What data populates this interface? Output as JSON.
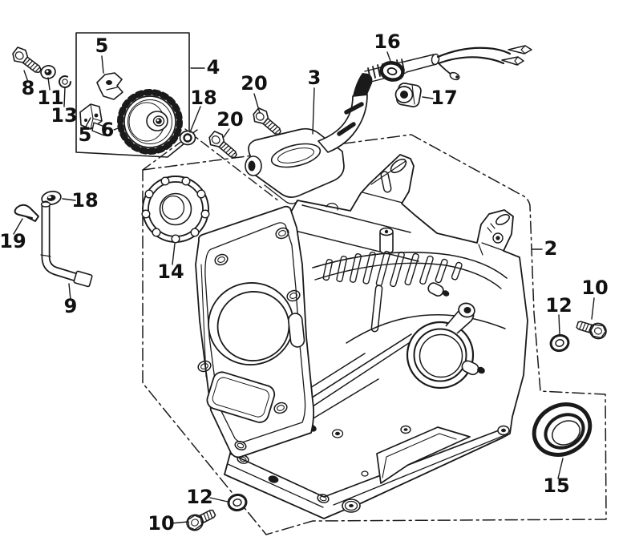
{
  "diagram": {
    "type": "exploded-parts-line-drawing",
    "subject": "engine cylinder barrel / crankcase assembly with governor gear, breather tube, bearing, oil seals and drain bolts",
    "background_color": "#ffffff",
    "line_color": "#1a1a1a",
    "callouts": {
      "c2": "2",
      "c3": "3",
      "c4": "4",
      "c5a": "5",
      "c5b": "5",
      "c6": "6",
      "c8": "8",
      "c9": "9",
      "c10a": "10",
      "c10b": "10",
      "c11": "11",
      "c12a": "12",
      "c12b": "12",
      "c13": "13",
      "c14": "14",
      "c15": "15",
      "c16": "16",
      "c17": "17",
      "c18a": "18",
      "c18b": "18",
      "c19": "19",
      "c20a": "20",
      "c20b": "20"
    }
  }
}
